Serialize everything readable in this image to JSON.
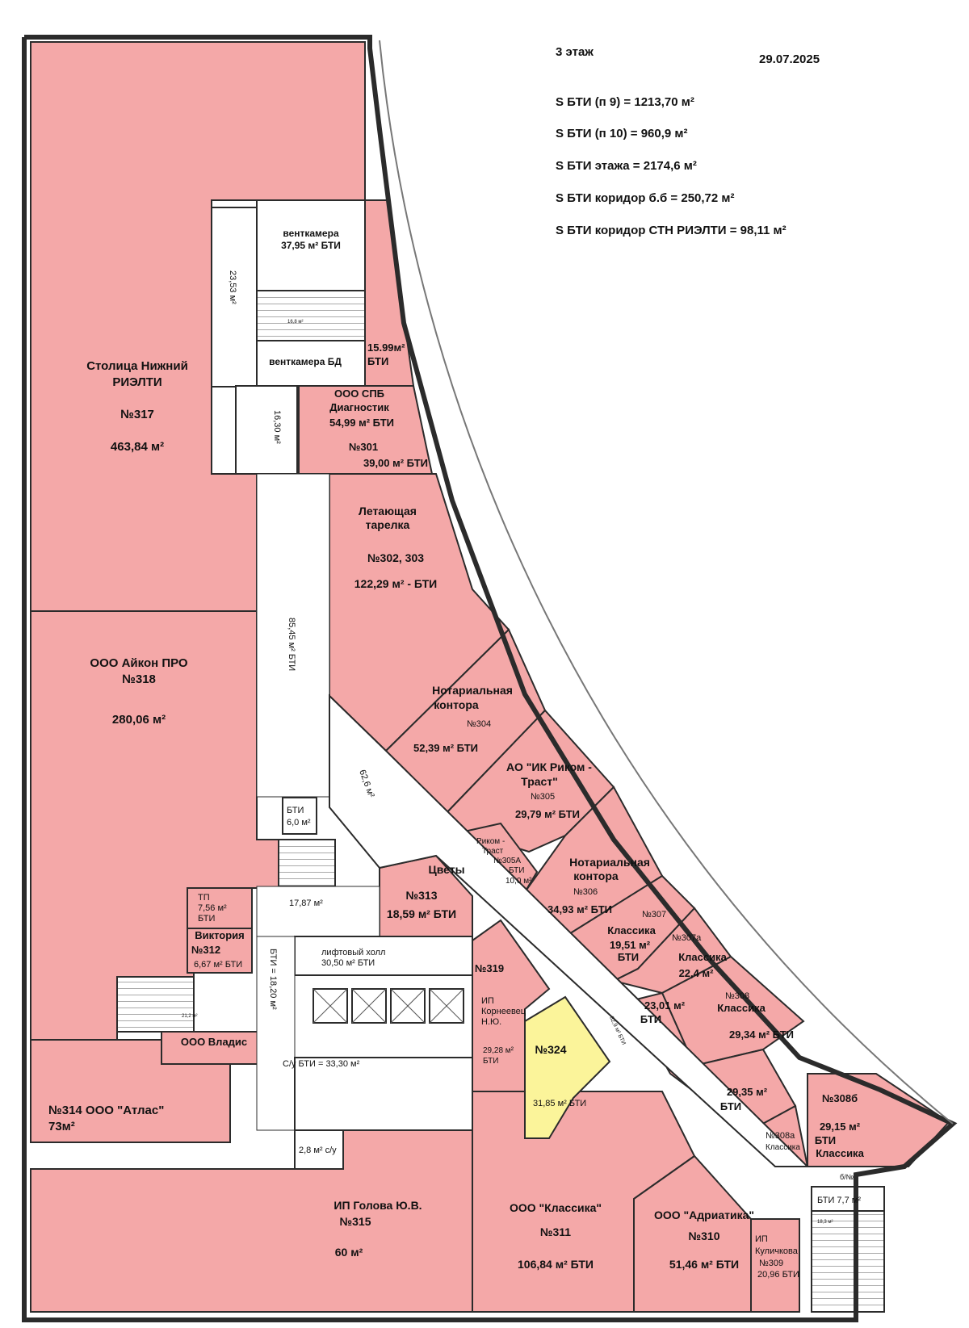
{
  "header": {
    "floor": "3 этаж",
    "date": "29.07.2025",
    "area_lines": [
      "S БТИ (п 9) = 1213,70 м²",
      "S БТИ (п 10) = 960,9 м²",
      "S БТИ этажа  = 2174,6 м²",
      "S БТИ коридор б.б = 250,72 м²",
      "S БТИ коридор СТН РИЭЛТИ = 98,11 м²"
    ]
  },
  "colors": {
    "room_fill": "#f4a8a8",
    "highlight_fill": "#fbf49a",
    "wall": "#2b2b2b",
    "corridor": "#ffffff"
  },
  "rooms": {
    "r317": {
      "name": "Столица Нижний",
      "name2": "РИЭЛТИ",
      "num": "№317",
      "area": "463,84 м²"
    },
    "r318": {
      "name": "ООО Айкон ПРО",
      "num": "№318",
      "area": "280,06 м²"
    },
    "r314": {
      "name": "№314 ООО \"Атлас\"",
      "area": "73м²"
    },
    "r315": {
      "name": "ИП Голова Ю.В.",
      "num": "№315",
      "area": "60 м²"
    },
    "r311": {
      "name": "ООО \"Классика\"",
      "num": "№311",
      "area": "106,84 м² БТИ"
    },
    "r310": {
      "name": "ООО \"Адриатика\"",
      "num": "№310",
      "area": "51,46 м² БТИ"
    },
    "r309": {
      "name": "ИП",
      "name2": "Куличкова",
      "num": "№309",
      "area": "20,96 БТИ"
    },
    "r324": {
      "num": "№324",
      "area": "31,85 м² БТИ"
    },
    "r319": {
      "num": "№319",
      "name": "ИП",
      "name2": "Корнеевец",
      "name3": "Н.Ю.",
      "area": "29,28 м²",
      "area2": "БТИ"
    },
    "r313": {
      "name": "Цветы",
      "num": "№313",
      "area": "18,59 м² БТИ"
    },
    "r312": {
      "name": "Виктория",
      "num": "№312",
      "area": "6,67 м² БТИ"
    },
    "tp": {
      "name": "ТП",
      "area": "7,56 м²",
      "area2": "БТИ"
    },
    "vladis": {
      "name": "ООО Владис"
    },
    "r301": {
      "name": "ООО СПБ",
      "name2": "Диагностик",
      "area": "54,99 м² БТИ",
      "num": "№301",
      "area2": "39,00 м² БТИ"
    },
    "r302": {
      "name": "Летающая",
      "name2": "тарелка",
      "num": "№302, 303",
      "area": "122,29 м² - БТИ"
    },
    "r304": {
      "name": "Нотариальная",
      "name2": "контора",
      "num": "№304",
      "area": "52,39 м² БТИ"
    },
    "r305": {
      "name": "АО \"ИК Риком -",
      "name2": "Траст\"",
      "num": "№305",
      "area": "29,79 м² БТИ"
    },
    "r305a": {
      "name": "Риком -",
      "name2": "Траст",
      "num": "№305А",
      "area": "БТИ",
      "area2": "10,0 м²"
    },
    "r306": {
      "name": "Нотариальная",
      "name2": "контора",
      "num": "№306",
      "area": "34,93 м² БТИ"
    },
    "r307": {
      "num": "№307",
      "name": "Классика",
      "area": "19,51 м²",
      "area2": "БТИ"
    },
    "r307a": {
      "num": "№307а",
      "name": "Классика",
      "area": "22,4 м²"
    },
    "r308": {
      "num": "№308",
      "name": "Классика",
      "area": "29,34 м² БТИ"
    },
    "r308_lower": {
      "area": "23,01 м²",
      "area2": "БТИ"
    },
    "r308_b": {
      "area": "29,35 м²",
      "area2": "БТИ"
    },
    "r308a": {
      "num": "№308а",
      "name": "Классика"
    },
    "r308b": {
      "num": "№308б",
      "area": "29,15 м²",
      "area2": "БТИ",
      "name": "Классика"
    },
    "vent1": {
      "name": "венткамера",
      "area": "37,95 м² БТИ"
    },
    "vent2": {
      "name": "венткамера БД"
    },
    "r1599": {
      "area": "15.99м²",
      "area2": "БТИ"
    },
    "lift": {
      "name": "лифтовый холл",
      "area": "30,50 м² БТИ"
    },
    "wc": {
      "name": "С/у БТИ = 33,30 м²"
    },
    "wc2": {
      "name": "2,8 м² с/у"
    },
    "bti6": {
      "name": "БТИ",
      "area": "6,0 м²"
    },
    "bti77": {
      "name": "БТИ 7,7 м²"
    },
    "bb": {
      "name": "б/№"
    }
  },
  "corridors": {
    "c2353": "23,53 м²",
    "c1630": "16,30 м²",
    "c8545": "85,45 м² БТИ",
    "c626": "62,6 м²",
    "c1787": "17,87 м²",
    "c1820": "БТИ = 18,20 м²",
    "c829": "82,9 м² БТИ"
  },
  "stairs": {
    "s1": "16,8 м²",
    "s2": "21,2 м²",
    "s3": "18,3 м²"
  }
}
